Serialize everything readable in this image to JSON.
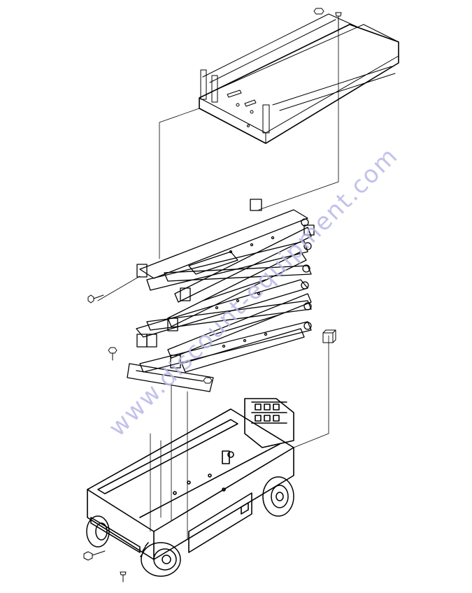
{
  "watermark": {
    "text": "www.discount-equipment.com",
    "color": "#b8b8e6"
  },
  "colors": {
    "line": "#000000",
    "background": "#ffffff"
  },
  "parts": [
    "platform-deck",
    "scissor-arm-assembly",
    "chassis-base",
    "front-wheel",
    "rear-wheel",
    "wear-pad",
    "bolt",
    "nut",
    "battery-tray",
    "leader-line"
  ]
}
